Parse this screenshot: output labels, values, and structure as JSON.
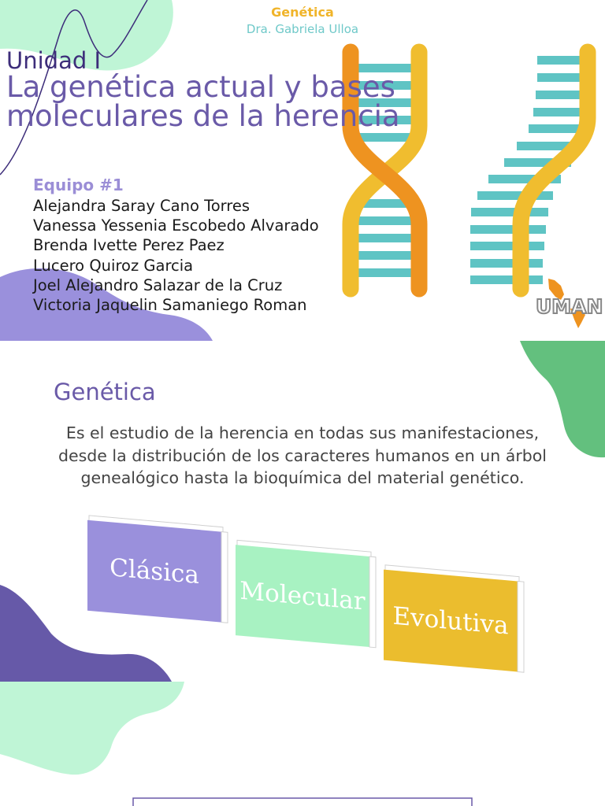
{
  "slide1": {
    "course": "Genética",
    "teacher": "Dra. Gabriela Ulloa",
    "unit": "Unidad I",
    "title": "La genética actual y bases moleculares de la herencia",
    "team": "Equipo #1",
    "members": [
      "Alejandra Saray Cano Torres",
      "Vanessa Yessenia Escobedo Alvarado",
      "Brenda Ivette Perez Paez",
      "Lucero Quiroz Garcia",
      "Joel Alejandro Salazar de la Cruz",
      "Victoria Jaquelin Samaniego Roman"
    ],
    "logo_text": "UMAN",
    "icons": [
      "dna-double-helix-illustration",
      "dna-unzipped-strand-illustration",
      "uman-logo"
    ]
  },
  "slide2": {
    "heading": "Genética",
    "description": "Es el estudio de la herencia en todas sus manifestaciones, desde la distribución de los caracteres humanos en un árbol genealógico hasta la bioquímica del material genético.",
    "branches": [
      {
        "label": "Clásica",
        "color": "#9a90dc"
      },
      {
        "label": "Molecular",
        "color": "#a8f2c2"
      },
      {
        "label": "Evolutiva",
        "color": "#ebbd2e"
      }
    ]
  },
  "colors": {
    "purple_dark": "#6659a8",
    "purple_light": "#9a90dc",
    "mint": "#bff5d6",
    "green": "#63c07e",
    "yellow": "#f0bd2f",
    "orange": "#ee9320",
    "teal": "#5fc4c4"
  }
}
